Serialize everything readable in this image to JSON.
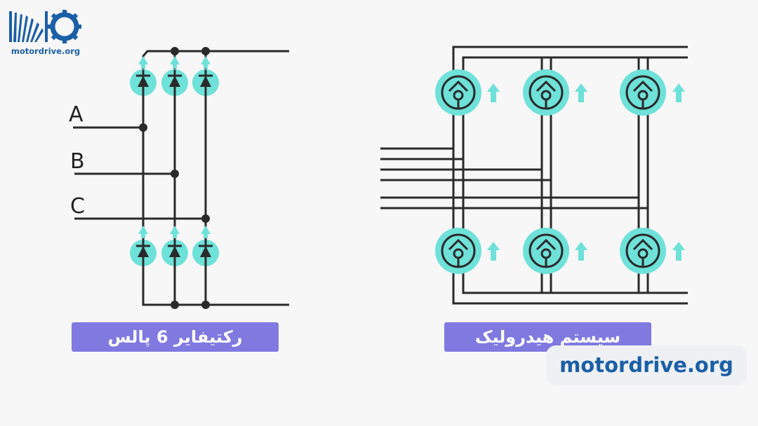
{
  "logo": {
    "text": "motordrive.org",
    "accent": "#1b5fa6"
  },
  "rectifier": {
    "phase_labels": [
      "A",
      "B",
      "C"
    ],
    "caption": "رکتیفایر 6 پالس"
  },
  "hydraulic": {
    "caption": "سیستم هیدرولیک"
  },
  "watermark": {
    "text": "motordrive.org"
  },
  "colors": {
    "caption_bg": "#8079e0",
    "glow": "#6ee1d9",
    "wire": "#2a2a2a",
    "brand": "#1b5fa6"
  },
  "icons": {
    "diode": "diode-icon",
    "pump": "hydraulic-pump-icon",
    "flow": "flow-arrow-icon"
  }
}
